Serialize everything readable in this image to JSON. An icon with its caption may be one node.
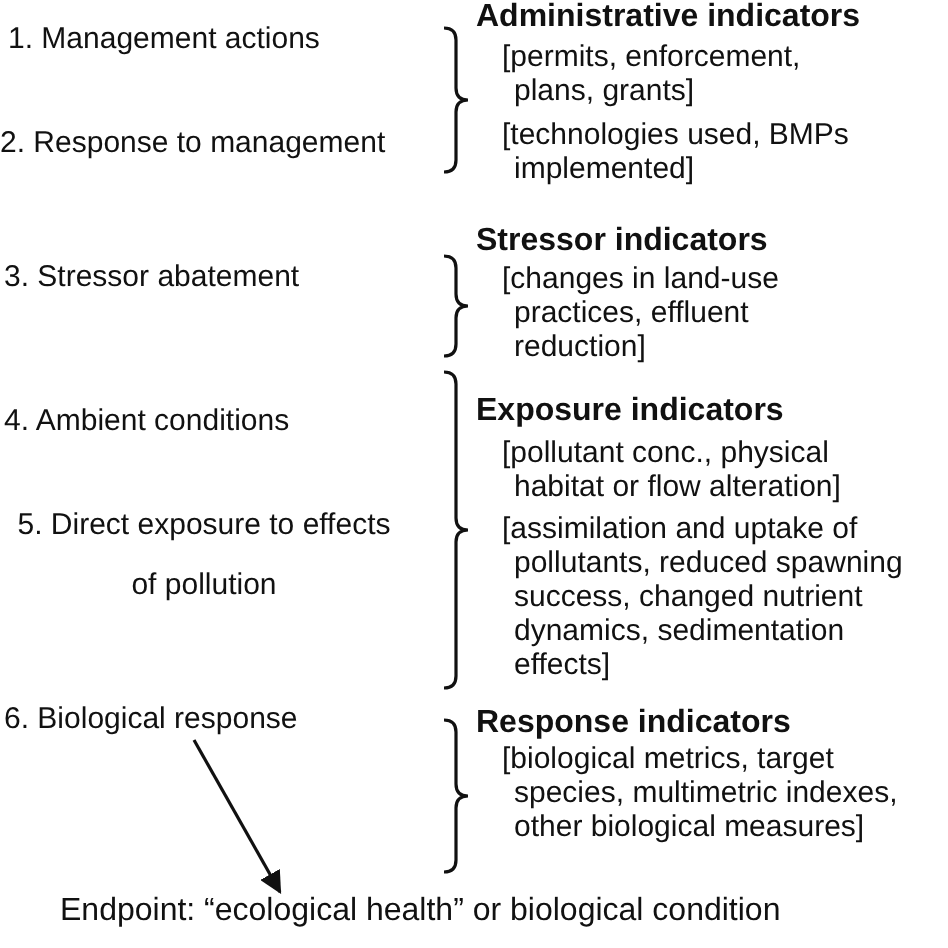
{
  "diagram": {
    "nodes": [
      {
        "text": [
          "6. Biological response"
        ]
      },
      {
        "text": [
          "Endpoint: “ecological health” or biological condition"
        ]
      }
    ],
    "edges": [
      {
        "from": 0,
        "to": 1,
        "arrow": "to"
      }
    ],
    "labels": [
      "Administrative indicators",
      "1. Management actions",
      "[permits, enforcement, plans, grants]",
      "2. Response to management",
      "[technologies used, BMPs implemented]",
      "Stressor indicators",
      "3. Stressor abatement",
      "[changes in land-use practices, effluent reduction]",
      "Exposure indicators",
      "4. Ambient conditions",
      "[pollutant conc., physical habitat or flow alteration]",
      "5. Direct exposure to effects of pollution",
      "[assimilation and uptake of pollutants, reduced spawning success, changed nutrient dynamics, sedimentation effects]",
      "Response indicators",
      "[biological metrics, target species, multimetric indexes, other biological measures]"
    ]
  }
}
